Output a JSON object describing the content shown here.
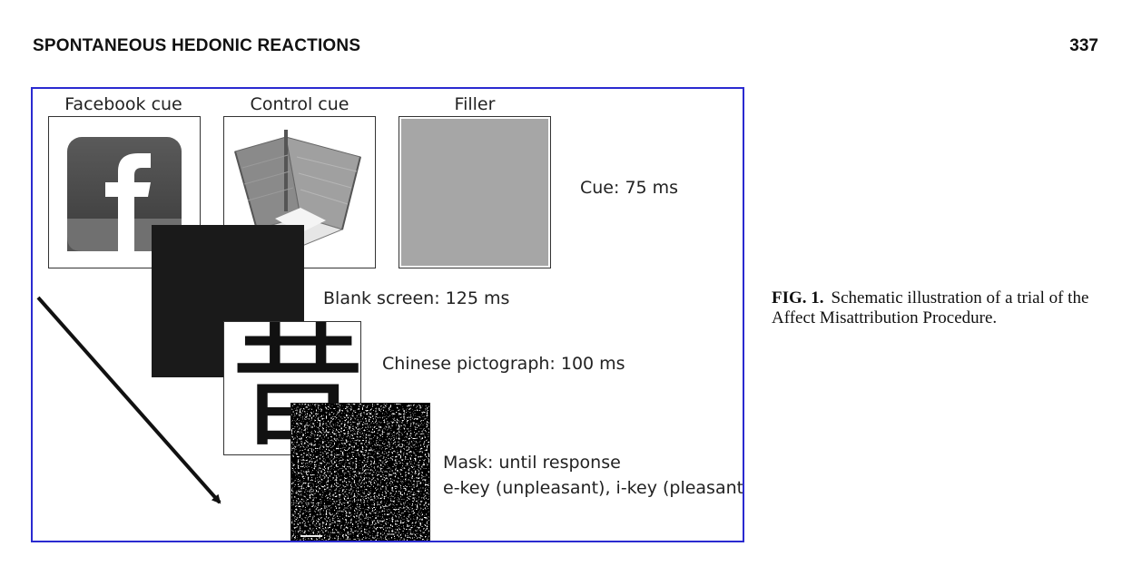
{
  "running_head": "SPONTANEOUS HEDONIC REACTIONS",
  "page_number": "337",
  "figure": {
    "panels": {
      "facebook_label": "Facebook cue",
      "control_label": "Control cue",
      "filler_label": "Filler"
    },
    "steps": {
      "cue": "Cue: 75 ms",
      "blank": "Blank screen: 125 ms",
      "pictograph": "Chinese pictograph: 100 ms",
      "pictograph_char": "昔",
      "mask_line1": "Mask: until response",
      "mask_line2": "e-key (unpleasant), i-key (pleasant)"
    },
    "facebook_glyph": "f",
    "colors": {
      "border": "#2a2ad0",
      "filler_gray": "#a6a6a6",
      "blank_black": "#1a1a1a",
      "facebook_tile": "#4a4a4a"
    }
  },
  "caption": {
    "label": "FIG. 1.",
    "text": "Schematic illustration of a trial of the Affect Misattribution Procedure."
  }
}
